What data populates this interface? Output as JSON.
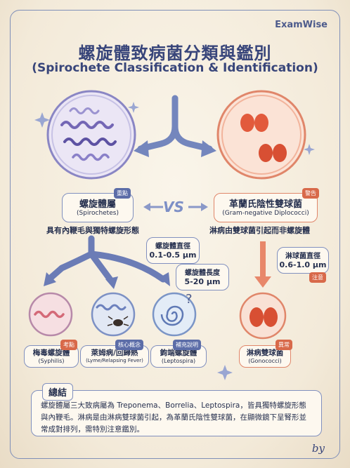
{
  "brand": "ExamWise",
  "title": "螺旋體致病菌分類與鑑別",
  "subtitle": "(Spirochete Classification & Identification)",
  "vs_label": "VS",
  "spirochetes": {
    "name": "螺旋體屬",
    "latin": "(Spirochetes)",
    "tag": "重點",
    "caption": "具有內鞭毛與獨特螺旋形態",
    "diameter_label": "螺旋體直徑",
    "diameter_value": "0.1-0.5 μm",
    "length_label": "螺旋體長度",
    "length_value": "5-20 μm"
  },
  "gram_negative": {
    "name": "革蘭氏陰性雙球菌",
    "latin": "(Gram-negative Diplococci)",
    "tag": "警告",
    "caption": "淋病由雙球菌引起而非螺旋體",
    "diameter_label": "淋球菌直徑",
    "diameter_value": "0.6-1.0 μm",
    "diameter_tag": "注意"
  },
  "subtypes": [
    {
      "name": "梅毒螺旋體",
      "latin": "(Syphilis)",
      "tag": "考點"
    },
    {
      "name": "萊姆病/回歸熱",
      "latin": "(Lyme/Relapsing Fever)",
      "tag": "核心概念"
    },
    {
      "name": "鉤端螺旋體",
      "latin": "(Leptospira)",
      "tag": "補充說明"
    }
  ],
  "gonococci": {
    "name": "淋病雙球菌",
    "latin": "(Gonococci)",
    "tag": "異常"
  },
  "summary": {
    "title": "總結",
    "text": "螺旋體屬三大致病屬為 Treponema、Borrelia、Leptospira，皆具獨特螺旋形態與內鞭毛。淋病是由淋病雙球菌引起，為革蘭氏陰性雙球菌，在顯微鏡下呈腎形並常成對排列，需特別注意鑑別。"
  },
  "signature": "by",
  "colors": {
    "navy": "#38457a",
    "accent": "#d8694a",
    "border": "#8190bf"
  }
}
